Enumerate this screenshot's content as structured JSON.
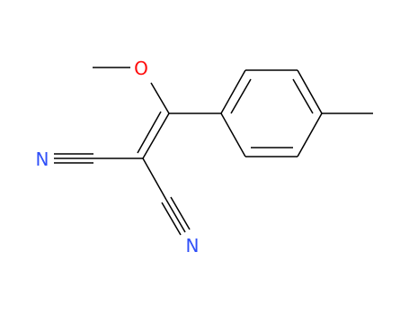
{
  "molecule": {
    "atoms": {
      "oxygen": {
        "symbol": "O",
        "color": "#ff0d0d"
      },
      "nitrogen_upper": {
        "symbol": "N",
        "color": "#3050f8"
      },
      "nitrogen_lower": {
        "symbol": "N",
        "color": "#3050f8"
      }
    },
    "bond_color": "#000000"
  }
}
